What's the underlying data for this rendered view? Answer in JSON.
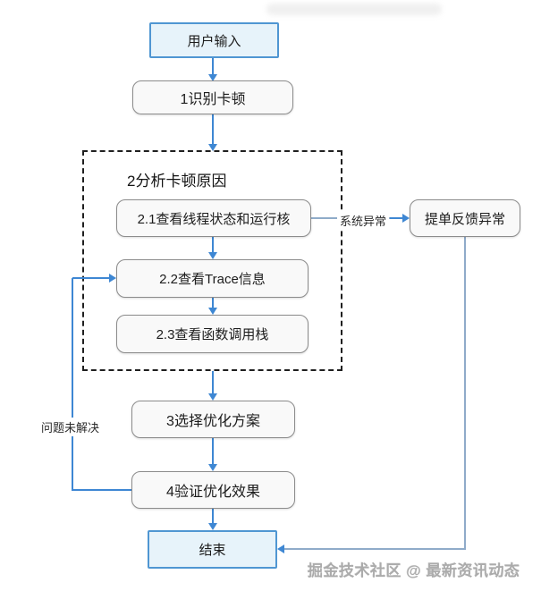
{
  "flowchart": {
    "nodes": {
      "user_input": {
        "label": "用户输入"
      },
      "step1": {
        "label": "1识别卡顿"
      },
      "group2": {
        "title": "2分析卡顿原因"
      },
      "step2_1": {
        "label": "2.1查看线程状态和运行核"
      },
      "step2_2": {
        "label": "2.2查看Trace信息"
      },
      "step2_3": {
        "label": "2.3查看函数调用栈"
      },
      "step3": {
        "label": "3选择优化方案"
      },
      "step4": {
        "label": "4验证优化效果"
      },
      "end": {
        "label": "结束"
      },
      "ticket": {
        "label": "提单反馈异常"
      }
    },
    "edge_labels": {
      "system_exception": "系统异常",
      "problem_unsolved": "问题未解决"
    },
    "colors": {
      "arrow_blue": "#3e87d3",
      "connector_steel": "#8fabc9",
      "blue_node_fill": "#e7f3fa",
      "blue_node_border": "#4f96d2",
      "gray_node_fill": "#f9f9f9",
      "gray_node_border": "#8c8c8c",
      "dashed_border": "#1f1f1f"
    }
  },
  "page": {
    "watermark": "掘金技术社区 @ 最新资讯动态"
  }
}
